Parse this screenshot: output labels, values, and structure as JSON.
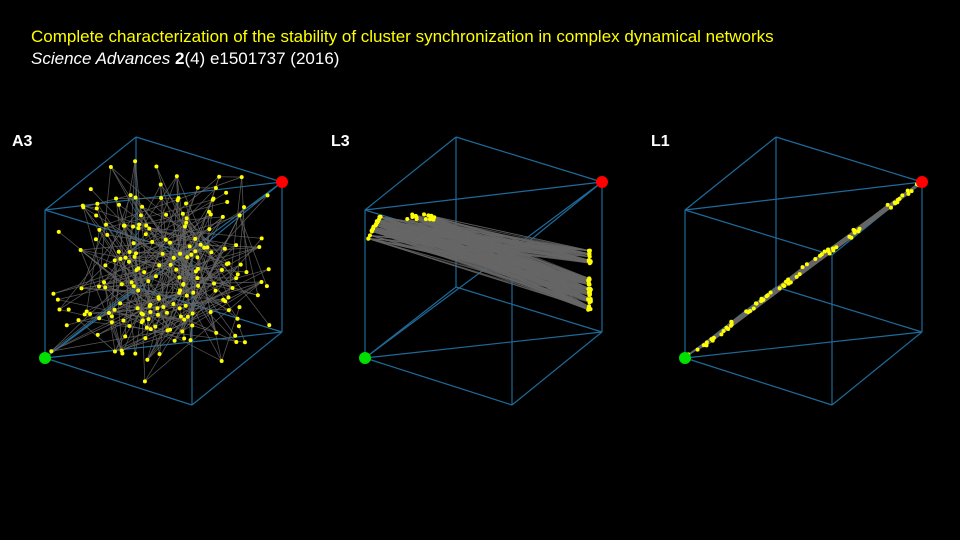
{
  "header": {
    "title": "Complete characterization of the stability of cluster synchronization in complex dynamical networks",
    "journal": "Science Advances",
    "volume": "2",
    "issue_pages": "(4) e1501737 (2016)"
  },
  "panels": [
    {
      "label": "A3",
      "layout": "random"
    },
    {
      "label": "L3",
      "layout": "two-clusters"
    },
    {
      "label": "L1",
      "layout": "diagonal"
    }
  ],
  "colors": {
    "background": "#000000",
    "title": "#ffff00",
    "cube_edges": "#1f6a9a",
    "network_edges": "#666666",
    "nodes": "#ffff00",
    "start_marker": "#00e000",
    "end_marker": "#ff0000"
  }
}
